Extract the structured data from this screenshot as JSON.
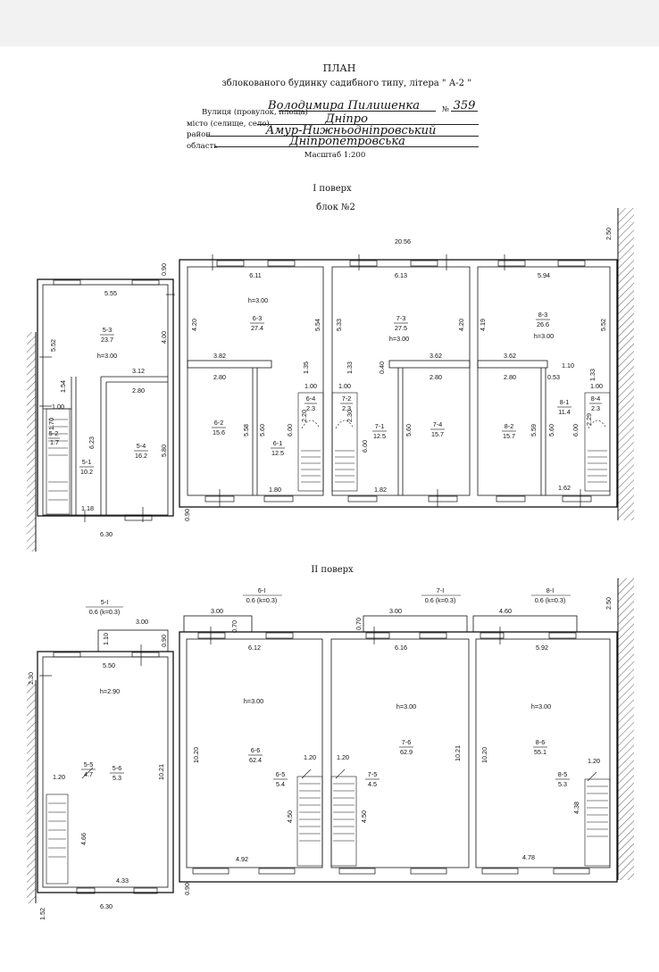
{
  "header": {
    "title": "ПЛАН",
    "subtitle": "зблокованого будинку садибного типу, літера \" А-2 \"",
    "street_label": "Вулиця (провулок, площа)",
    "street_value": "Володимира Пилишенка",
    "number_label": "№",
    "number_value": "359",
    "city_label": "місто (селище, село)",
    "city_value": "Дніпро",
    "district_label": "район",
    "district_value": "Амур-Нижньодніпровський",
    "region_label": "область",
    "region_value": "Дніпропетровська",
    "scale": "Масштаб 1:200"
  },
  "floor1": {
    "title": "І поверх",
    "block": "блок №2",
    "dims": {
      "total_width": "20.56",
      "right_height": "2.50",
      "left_top_offset": "0.90",
      "bottom_offset": "0.90",
      "u5_top": "5.55",
      "u5_left": "5.52",
      "u5_mid_v": "4.00",
      "u5_mid_h": "3.12",
      "u5_hall_top": "2.80",
      "u5_hall_v": "5.80",
      "u5_stair_w": "1.00",
      "u5_stair_h": "1.54",
      "u5_stair_h2": "1.70",
      "u5_vert": "6.23",
      "u5_b1": "1.18",
      "u5_b2": "6.30",
      "u6_top": "6.11",
      "u6_left": "4.20",
      "u6_right": "5.54",
      "u6_mid": "3.82",
      "u6_hall": "2.80",
      "u6_v1": "5.58",
      "u6_v2": "5.60",
      "u6_v3": "6.00",
      "u6_stair1": "1.35",
      "u6_stair2": "1.00",
      "u6_bot": "1.80",
      "u6_v4": "2.20",
      "u7_top": "6.13",
      "u7_left": "5.33",
      "u7_right": "4.20",
      "u7_mid": "3.62",
      "u7_hall": "2.80",
      "u7_v1": "1.33",
      "u7_v2": "0.40",
      "u7_v3": "1.00",
      "u7_v4": "6.00",
      "u7_v5": "5.60",
      "u7_bot": "1.82",
      "u7_v6": "2.30",
      "u8_top": "5.94",
      "u8_left": "4.19",
      "u8_right": "5.52",
      "u8_mid": "3.62",
      "u8_mid2": "1.10",
      "u8_hall": "2.80",
      "u8_v1": "0.53",
      "u8_v2": "5.59",
      "u8_v3": "5.60",
      "u8_v4": "6.00",
      "u8_s1": "1.33",
      "u8_s2": "1.00",
      "u8_bot": "1.62",
      "u8_v5": "2.29"
    },
    "rooms": {
      "r53": {
        "n": "5-3",
        "a": "23.7"
      },
      "r51": {
        "n": "5-1",
        "a": "10.2"
      },
      "r52": {
        "n": "5-2",
        "a": "1.7"
      },
      "r54": {
        "n": "5-4",
        "a": "16.2"
      },
      "r63": {
        "n": "6-3",
        "a": "27.4"
      },
      "r62": {
        "n": "6-2",
        "a": "15.6"
      },
      "r61": {
        "n": "6-1",
        "a": "12.5"
      },
      "r64": {
        "n": "6-4",
        "a": "2.3"
      },
      "r73": {
        "n": "7-3",
        "a": "27.5"
      },
      "r72": {
        "n": "7-2",
        "a": "2.3"
      },
      "r71": {
        "n": "7-1",
        "a": "12.5"
      },
      "r74": {
        "n": "7-4",
        "a": "15.7"
      },
      "r83": {
        "n": "8-3",
        "a": "26.6"
      },
      "r82": {
        "n": "8-2",
        "a": "15.7"
      },
      "r81": {
        "n": "8-1",
        "a": "11.4"
      },
      "r84": {
        "n": "8-4",
        "a": "2.3"
      }
    },
    "heights": {
      "u5": "h=3.00",
      "u6": "h=3.00",
      "u7": "h=3.00",
      "u8": "h=3.00"
    }
  },
  "floor2": {
    "title": "ІІ поверх",
    "dims": {
      "right_height": "2.50",
      "left_height": "2.30",
      "u5_bal_w": "3.00",
      "u5_bal_h": "1.10",
      "u5_bal_h2": "0.90",
      "u5_top": "5.50",
      "u5_left": "1.20",
      "u5_v": "4.66",
      "u5_right": "10.21",
      "u5_bot": "4.33",
      "u5_b2": "6.30",
      "u5_b3": "1.52",
      "u6_bal_w": "3.00",
      "u6_bal_h": "0.70",
      "u6_top": "6.12",
      "u6_left": "10.20",
      "u6_stair_w": "1.20",
      "u6_stair_h": "4.50",
      "u6_bot": "4.92",
      "u6_off": "0.90",
      "u7_bal_w": "3.00",
      "u7_top": "6.16",
      "u7_stair_w": "1.20",
      "u7_stair_h": "4.50",
      "u7_right": "10.21",
      "u8_bal_w": "4.60",
      "u8_top": "5.92",
      "u8_left": "10.20",
      "u8_stair_w": "1.20",
      "u8_stair_h": "4.38",
      "u8_bot": "4.78"
    },
    "balconies": {
      "b5": {
        "n": "5-І",
        "a": "0.6 (k=0.3)"
      },
      "b6": {
        "n": "6-І",
        "a": "0.6 (k=0.3)"
      },
      "b7": {
        "n": "7-І",
        "a": "0.6 (k=0.3)"
      },
      "b8": {
        "n": "8-І",
        "a": "0.6 (k=0.3)"
      }
    },
    "rooms": {
      "r55": {
        "n": "5-5",
        "a": "4.7"
      },
      "r56": {
        "n": "5-6",
        "a": "5.3"
      },
      "r66": {
        "n": "6-6",
        "a": "62.4"
      },
      "r65": {
        "n": "6-5",
        "a": "5.4"
      },
      "r76": {
        "n": "7-6",
        "a": "62.9"
      },
      "r75": {
        "n": "7-5",
        "a": "4.5"
      },
      "r86": {
        "n": "8-6",
        "a": "55.1"
      },
      "r85": {
        "n": "8-5",
        "a": "5.3"
      }
    },
    "heights": {
      "u5": "h=2.90",
      "u6": "h=3.00",
      "u7": "h=3.00",
      "u8": "h=3.00"
    }
  }
}
